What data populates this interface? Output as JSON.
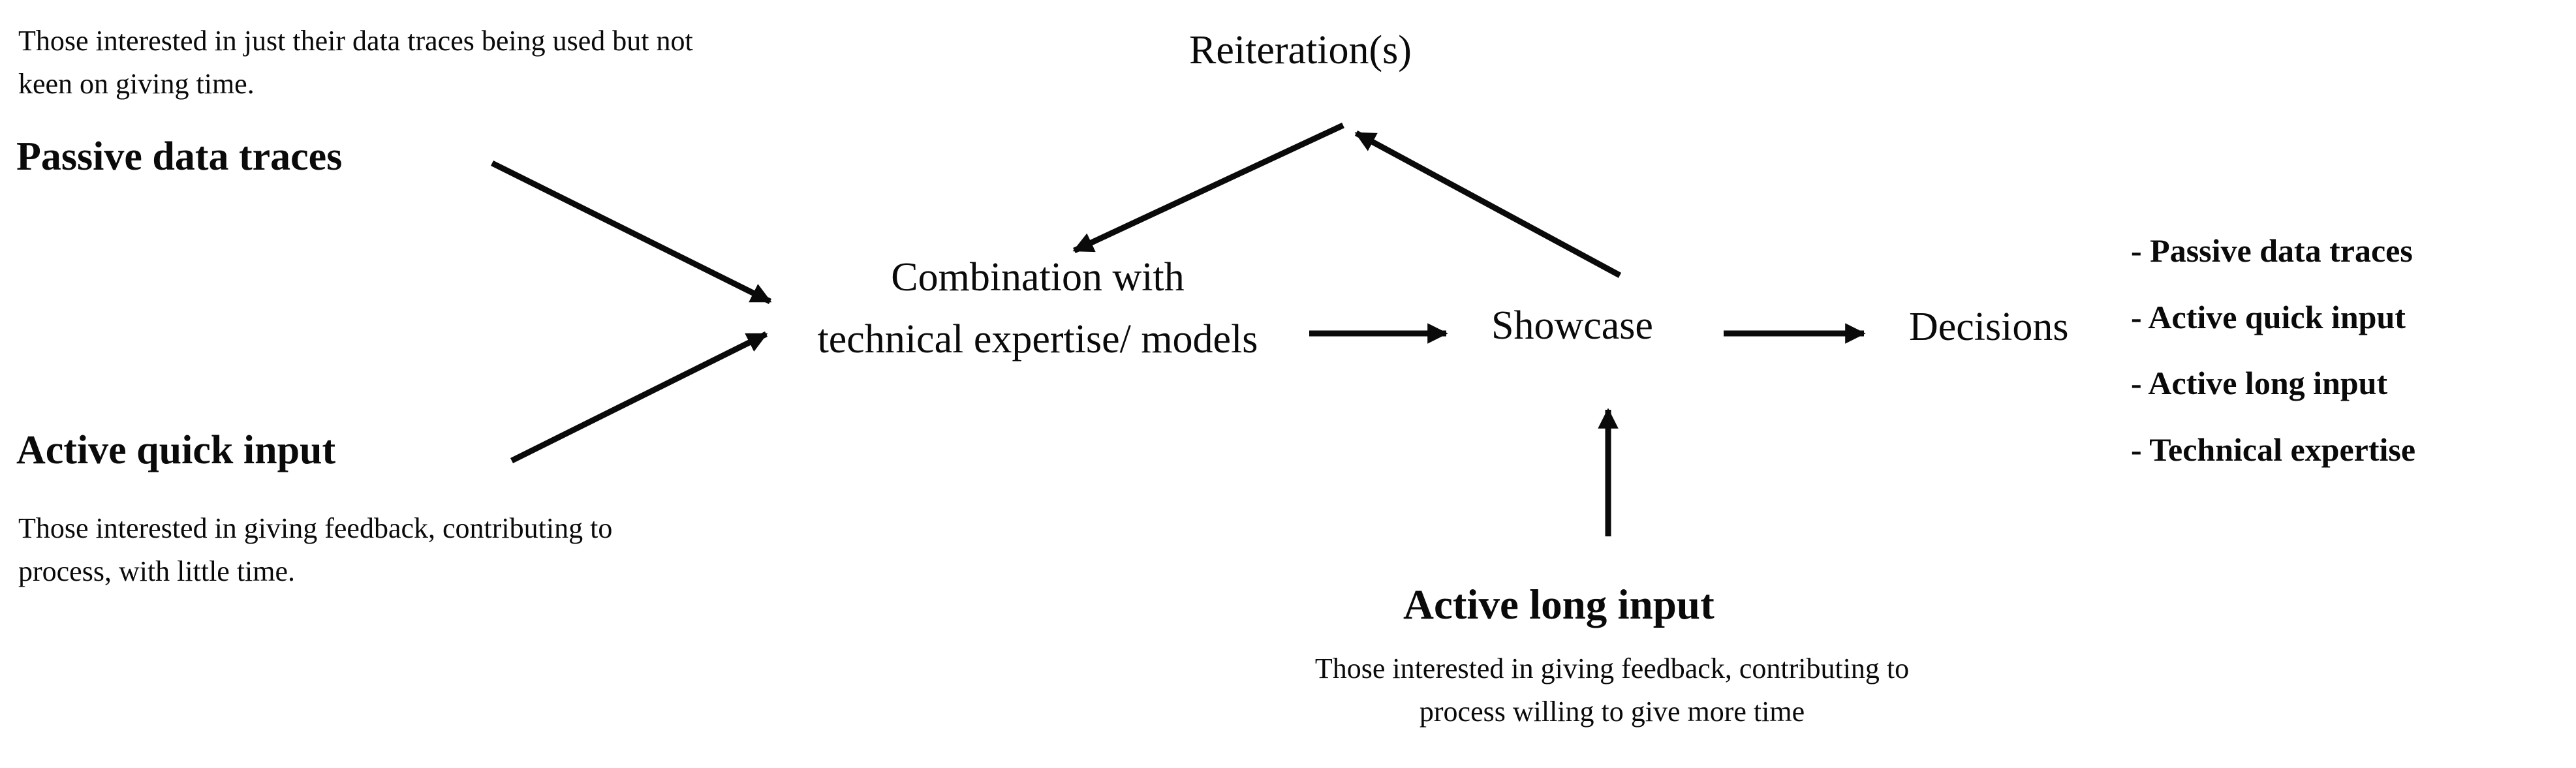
{
  "canvas": {
    "background": "#ffffff",
    "ink": "#0a0a0a"
  },
  "nodes": {
    "passive": {
      "label": "Passive data traces",
      "note": "Those interested in just their data traces being used but not keen on giving time."
    },
    "active_quick": {
      "label": "Active quick input",
      "note": "Those interested in giving feedback, contributing to process, with little time."
    },
    "active_long": {
      "label": "Active long input",
      "note": "Those interested in giving feedback, contributing to process willing to give more time"
    },
    "combination": {
      "label": "Combination with technical expertise/ models"
    },
    "reiteration": {
      "label": "Reiteration(s)"
    },
    "showcase": {
      "label": "Showcase"
    },
    "decisions": {
      "label": "Decisions"
    }
  },
  "outputs": {
    "items": [
      {
        "label": "- Passive data traces"
      },
      {
        "label": "- Active quick input"
      },
      {
        "label": "- Active long input"
      },
      {
        "label": "- Technical expertise"
      }
    ]
  },
  "edges": [
    {
      "from": "passive",
      "to": "combination"
    },
    {
      "from": "active_quick",
      "to": "combination"
    },
    {
      "from": "reiteration",
      "to": "combination"
    },
    {
      "from": "showcase",
      "to": "reiteration"
    },
    {
      "from": "combination",
      "to": "showcase"
    },
    {
      "from": "showcase",
      "to": "decisions"
    },
    {
      "from": "active_long",
      "to": "showcase"
    }
  ]
}
